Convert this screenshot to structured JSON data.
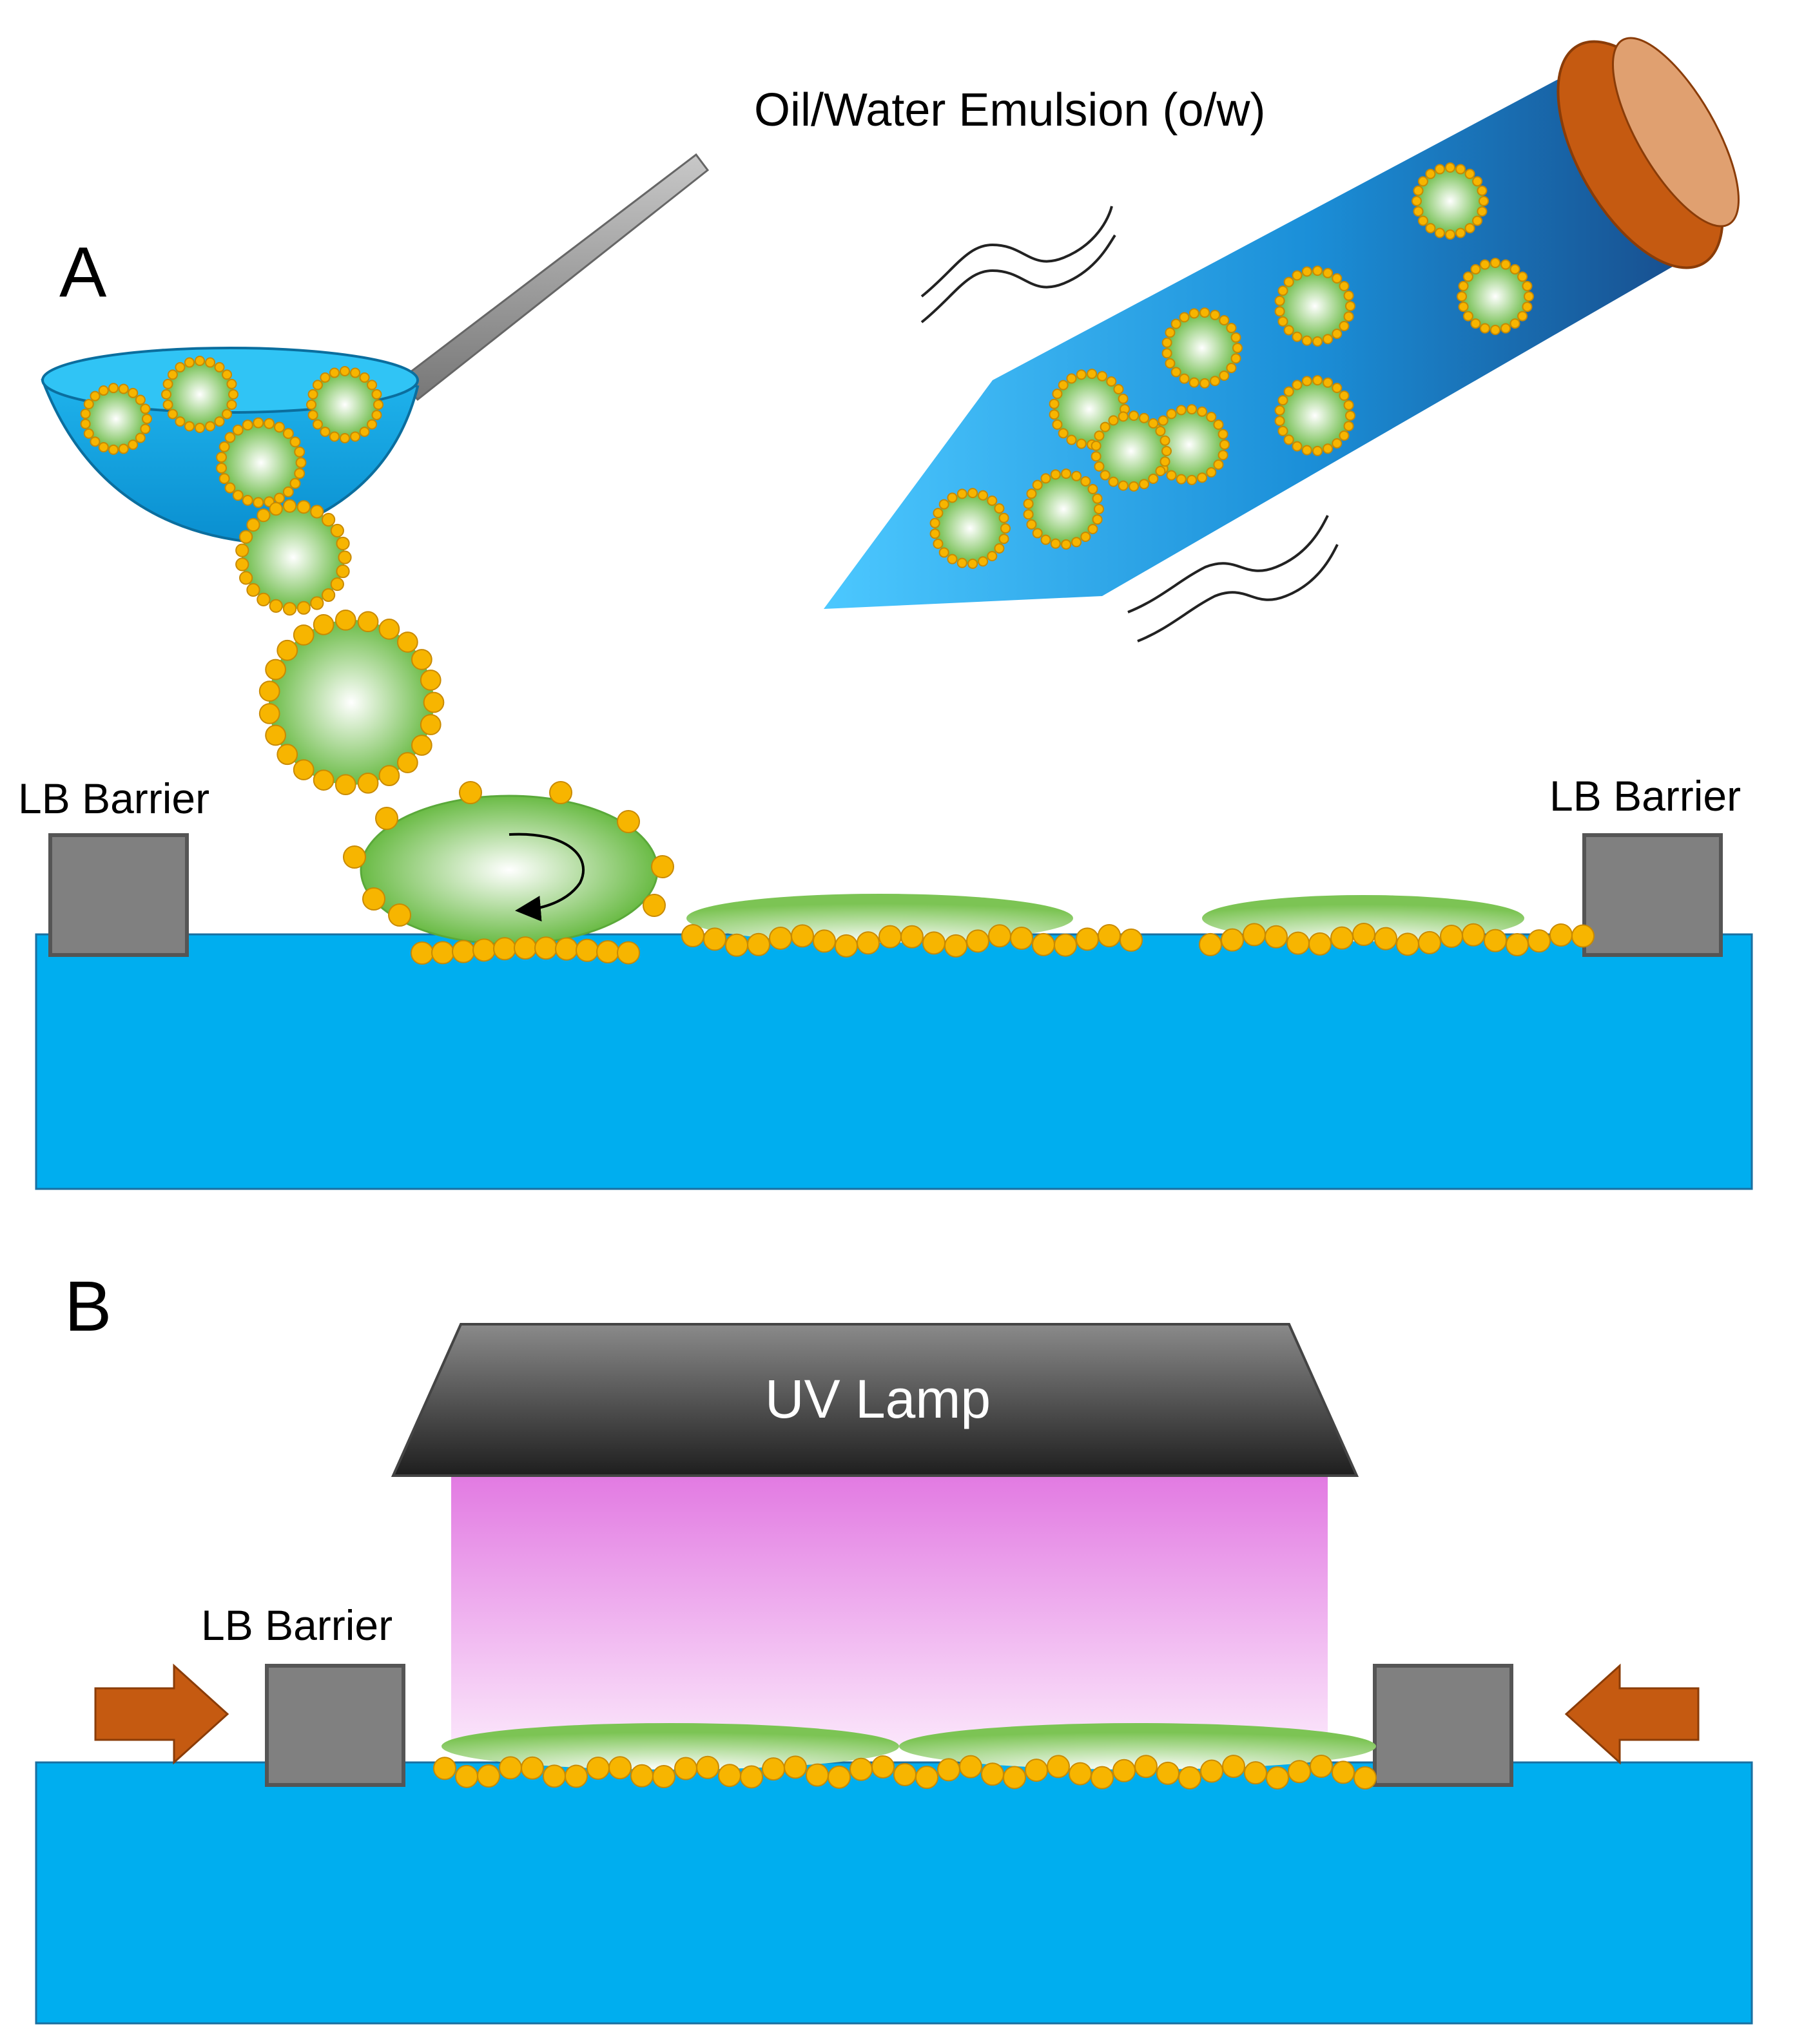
{
  "panels": {
    "a": {
      "letter": "A"
    },
    "b": {
      "letter": "B"
    }
  },
  "labels": {
    "emulsion": "Oil/Water Emulsion (o/w)",
    "barrier_a_left": "LB Barrier",
    "barrier_a_right": "LB Barrier",
    "barrier_b_left": "LB Barrier",
    "uv_lamp": "UV Lamp"
  },
  "colors": {
    "water": "#00aeef",
    "water_edge": "#1a6fa0",
    "barrier": "#808080",
    "barrier_edge": "#555555",
    "particle": "#f7b500",
    "particle_edge": "#c98a00",
    "droplet_center": "#ffffff",
    "droplet_edge": "#6abb45",
    "tube_cap": "#c55a11",
    "tube_cap_face": "#e0a070",
    "arrow": "#c55a11",
    "lamp_dark": "#2a2a2a",
    "lamp_light": "#888888",
    "uv_light": "#e070e0",
    "ladle_handle": "#9a9a9a"
  }
}
